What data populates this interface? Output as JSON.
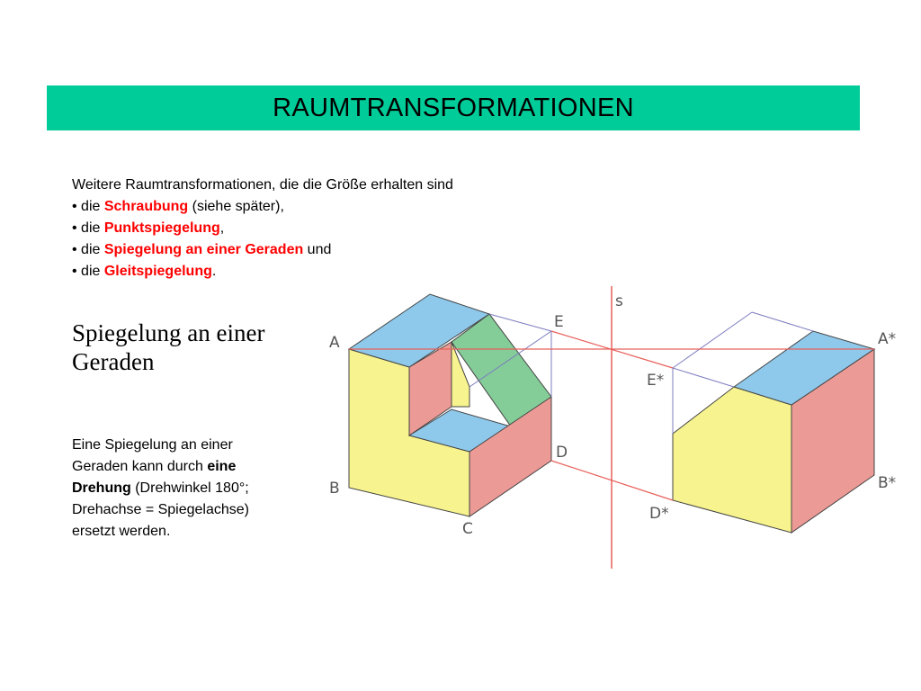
{
  "title": "RAUMTRANSFORMATIONEN",
  "intro": {
    "line1": "Weitere Raumtransformationen, die die Größe erhalten sind",
    "items": [
      {
        "bullet": "• ",
        "prefix": "die ",
        "highlight": "Schraubung",
        "suffix": " (siehe später),"
      },
      {
        "bullet": "• ",
        "prefix": "die ",
        "highlight": "Punktspiegelung",
        "suffix": ","
      },
      {
        "bullet": "• ",
        "prefix": "die ",
        "highlight": "Spiegelung an einer Geraden",
        "suffix": " und"
      },
      {
        "bullet": "• ",
        "prefix": "die ",
        "highlight": "Gleitspiegelung",
        "suffix": "."
      }
    ]
  },
  "heading": {
    "line1": "Spiegelung an einer",
    "line2": "Geraden"
  },
  "paragraph": {
    "t1": "Eine Spiegelung an einer",
    "t2": "Geraden kann durch ",
    "b1": "eine",
    "b2": "Drehung",
    "t3": " (Drehwinkel 180°;",
    "t4": "Drehachse = Spiegelachse)",
    "t5": "ersetzt werden."
  },
  "figure": {
    "labels": {
      "s": "s",
      "a": "A",
      "b": "B",
      "c": "C",
      "d": "D",
      "e": "E",
      "a_star": "A*",
      "b_star": "B*",
      "d_star": "D*",
      "e_star": "E*"
    },
    "colors": {
      "top": "#8ec8ea",
      "front": "#f7f38e",
      "side": "#ec9a96",
      "wedge": "#84cc98",
      "line": "#e8605a",
      "edge": "#7c7cc0"
    }
  },
  "colors": {
    "title_bar": "#00cc99",
    "highlight": "#ff0000"
  }
}
